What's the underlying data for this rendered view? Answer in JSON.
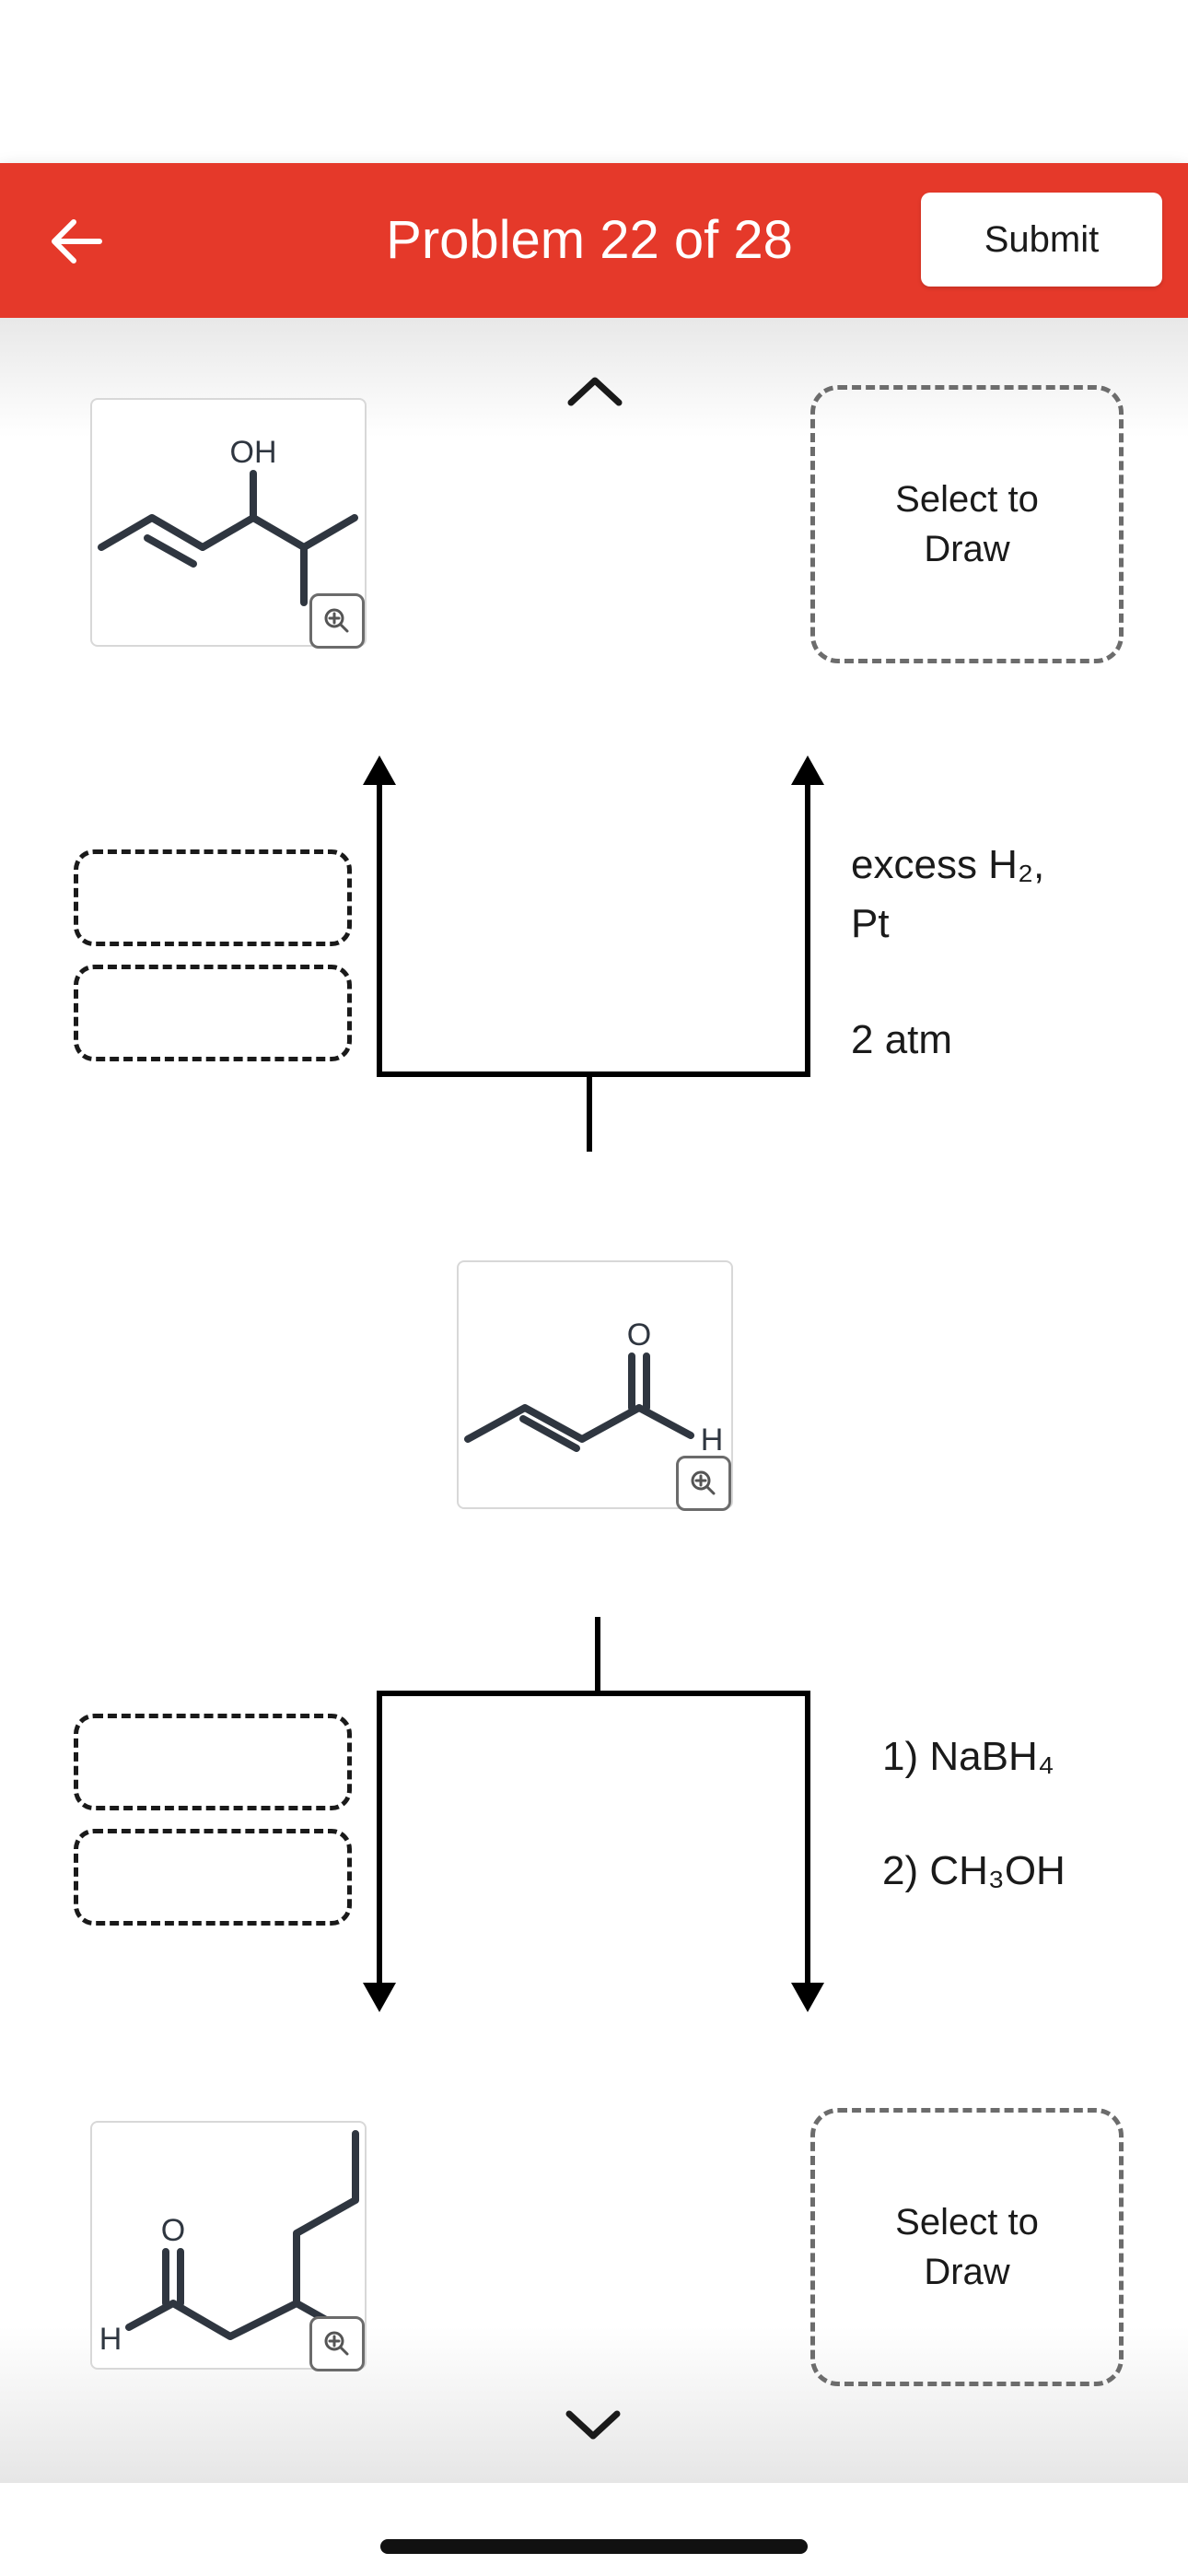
{
  "header": {
    "title": "Problem 22 of 28",
    "submit_label": "Submit",
    "back_icon": "arrow-left-icon",
    "color": "#e5392a"
  },
  "molecules": {
    "top_left": {
      "labels": [
        "OH"
      ]
    },
    "center": {
      "labels": [
        "O",
        "H"
      ]
    },
    "bottom_left": {
      "labels": [
        "O",
        "H"
      ]
    }
  },
  "draw_boxes": {
    "top": {
      "line1": "Select to",
      "line2": "Draw"
    },
    "bottom": {
      "line1": "Select to",
      "line2": "Draw"
    }
  },
  "reagents": {
    "top_right": {
      "line1": "excess H₂,",
      "line2": "Pt",
      "line3": "2 atm"
    },
    "bottom_right": {
      "line1": "1) NaBH₄",
      "line2": "2) CH₃OH"
    }
  },
  "icons": {
    "zoom": "zoom-in-icon",
    "scroll_up": "chevron-up-icon",
    "scroll_down": "chevron-down-icon"
  }
}
